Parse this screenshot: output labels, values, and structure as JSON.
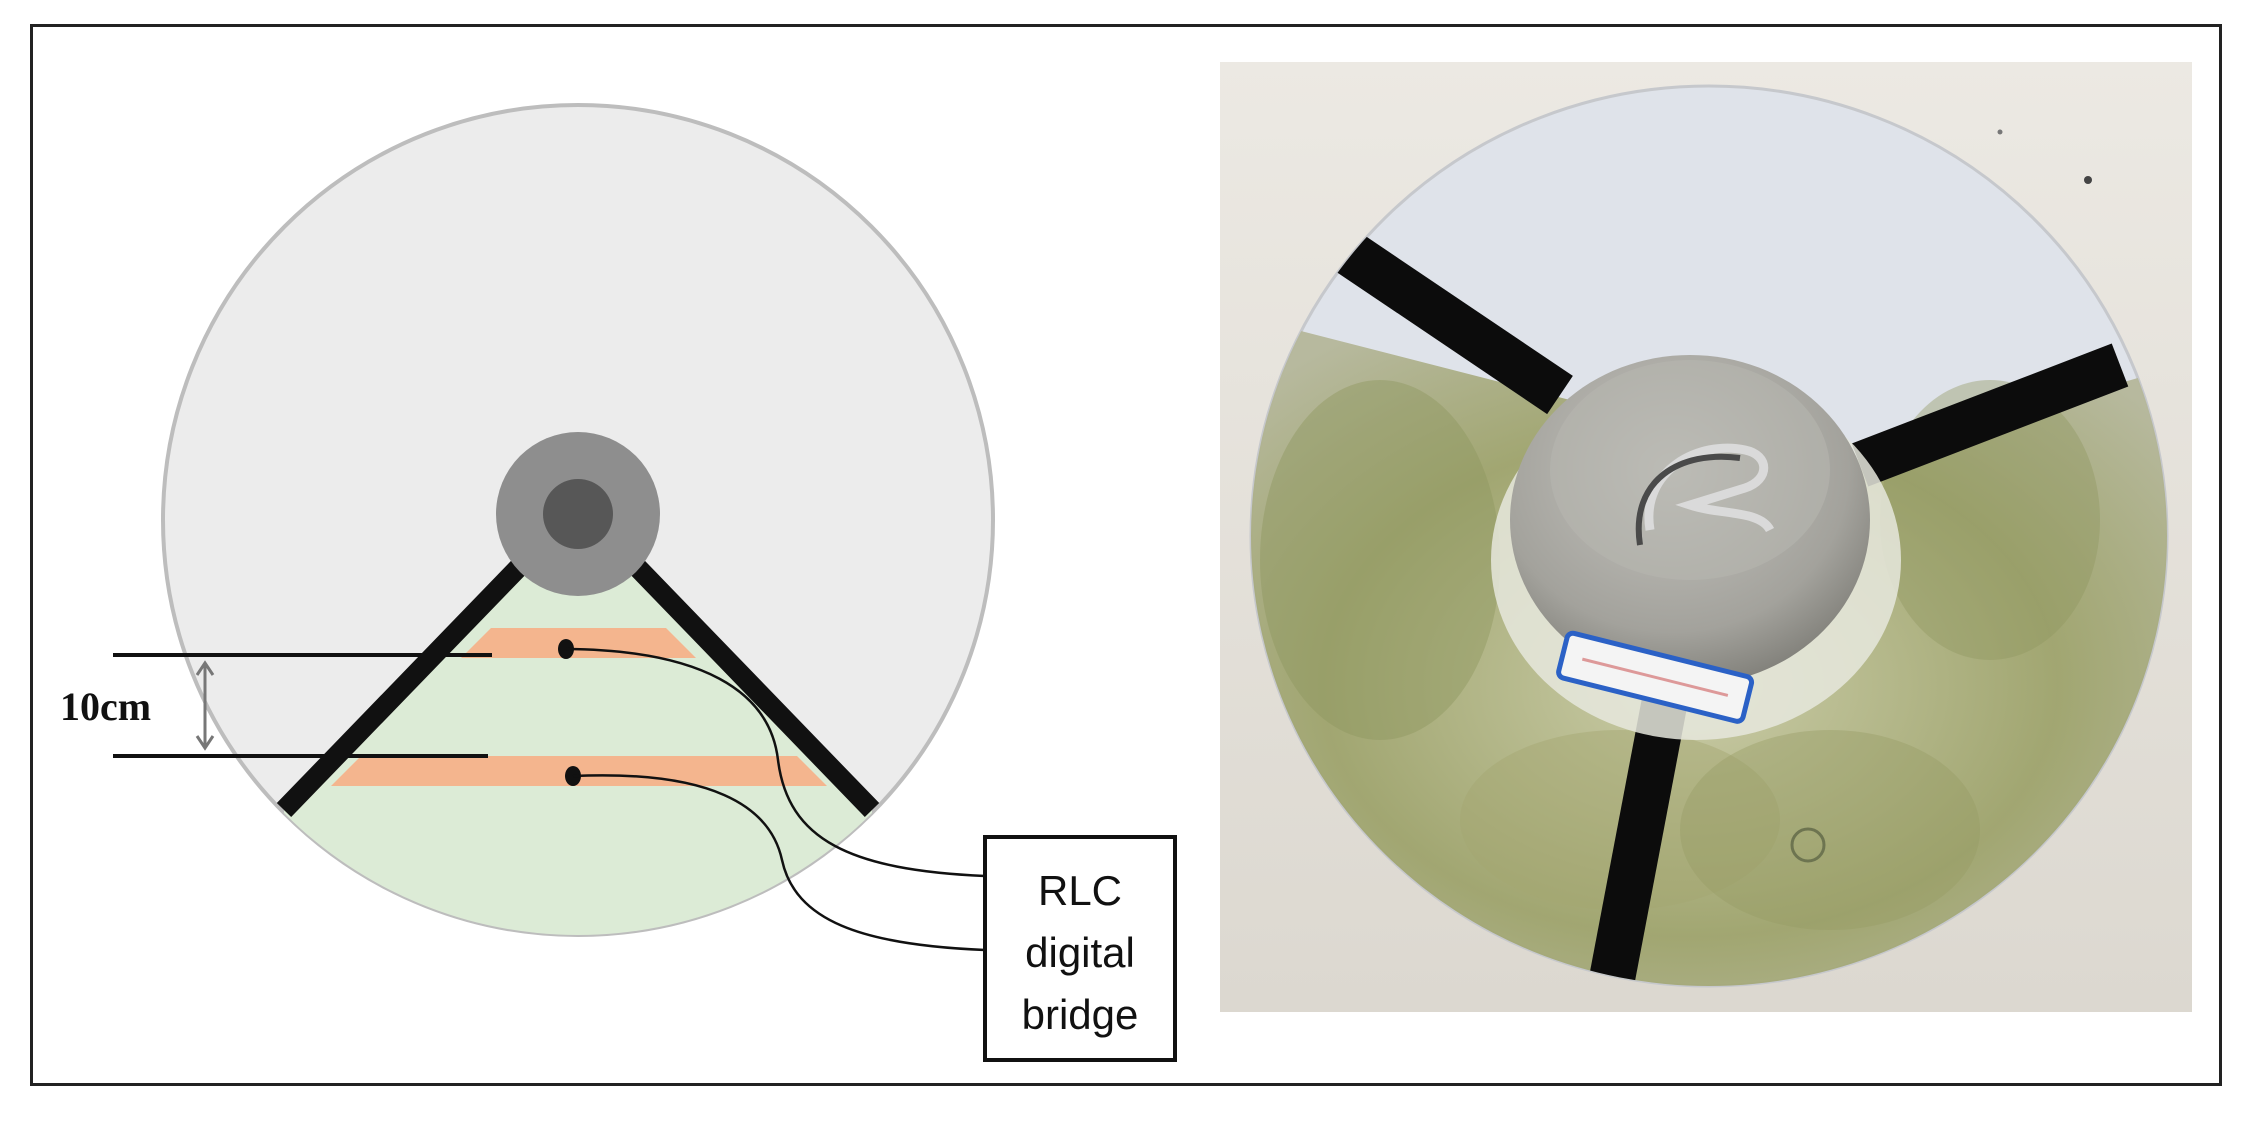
{
  "diagram": {
    "dimension_label": "10cm",
    "instrument_label_lines": [
      "RLC",
      "digital",
      "bridge"
    ]
  },
  "colors": {
    "disc_fill": "#ececec",
    "disc_stroke": "#bdbdbd",
    "polluted_sector": "#dcebd6",
    "electrode_strip": "#f4b58e",
    "divider_band": "#111111",
    "cap_outer": "#8e8e8e",
    "cap_inner": "#575757",
    "photo_background": "#e7e3dc",
    "photo_glaze_clean": "#dfe3ea",
    "photo_pollution": "#9aa06a",
    "photo_cap": "#a7a6a1"
  },
  "photo": {
    "description_icon": "insulator-photo-icon"
  }
}
